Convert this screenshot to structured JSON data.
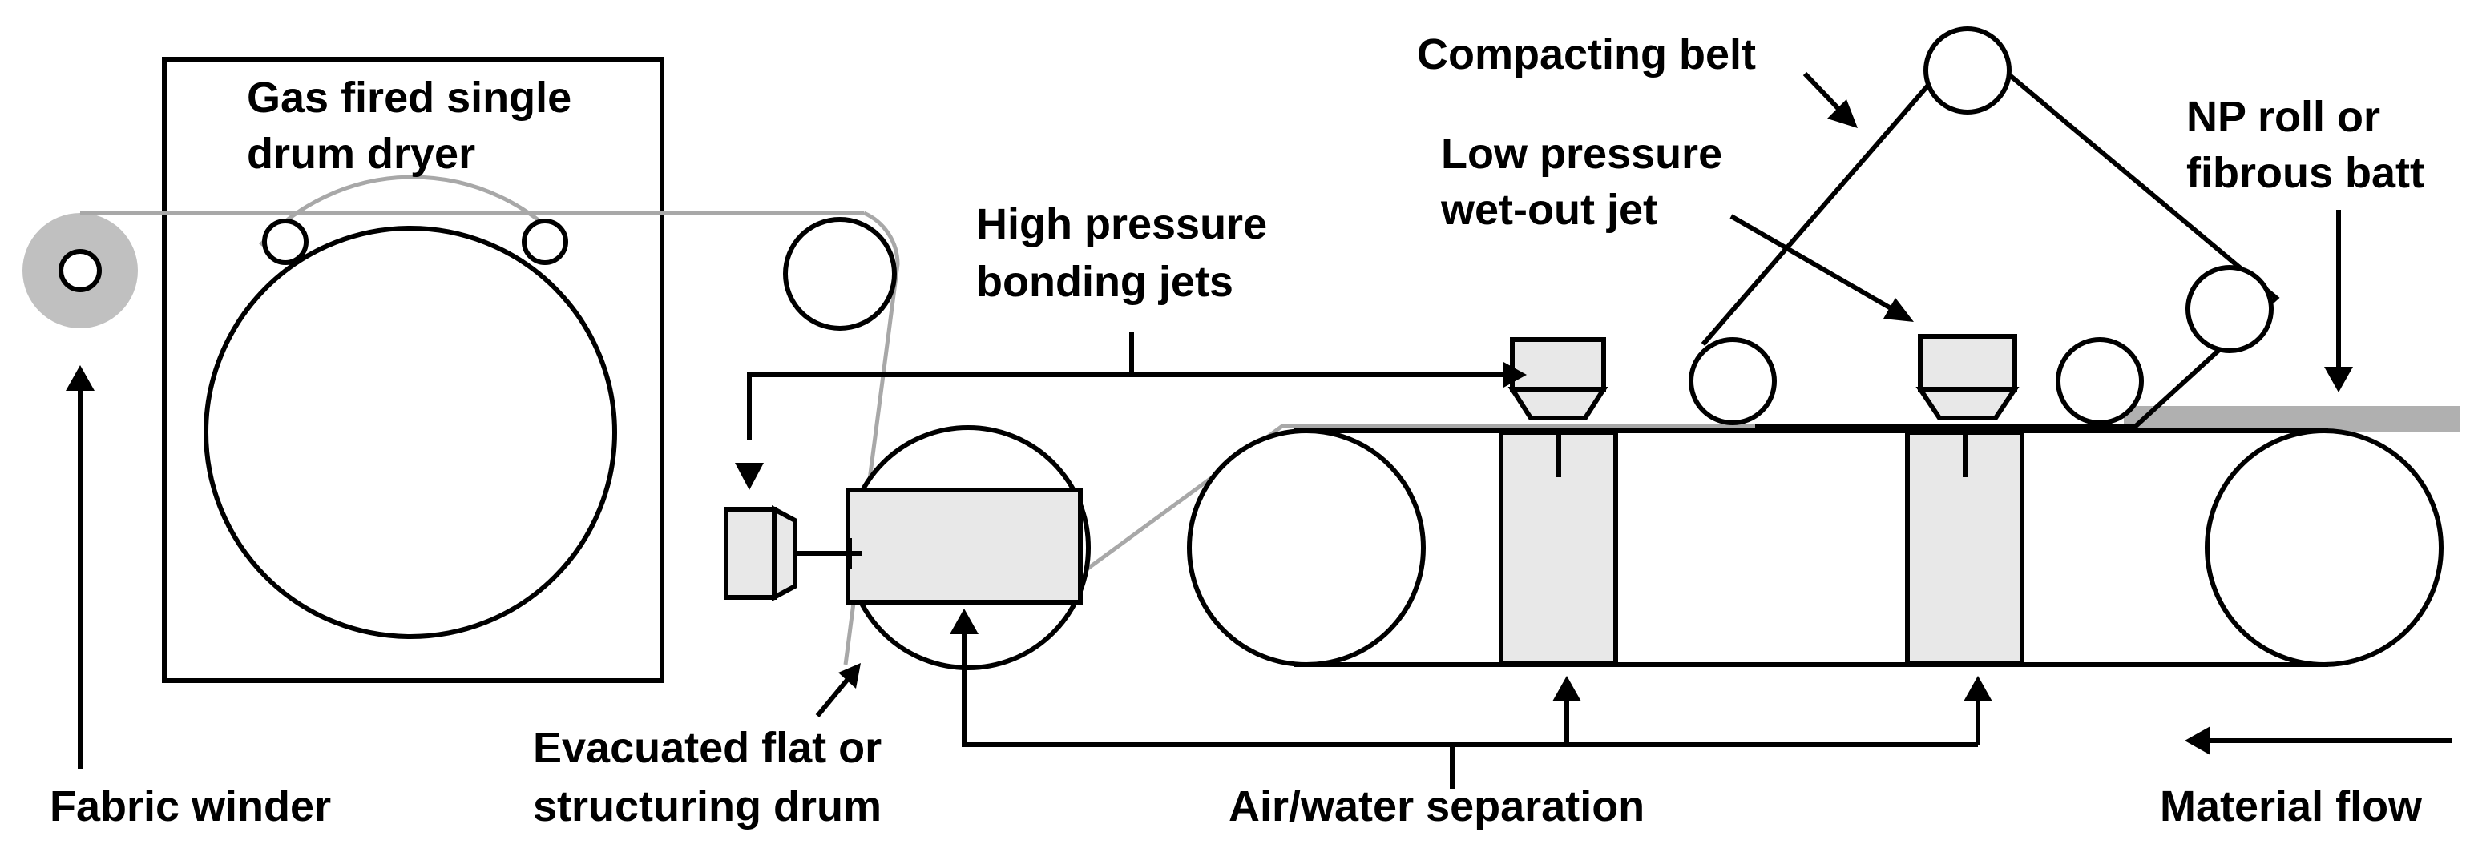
{
  "labels": {
    "gas_fired_dryer_line1": "Gas fired single",
    "gas_fired_dryer_line2": "drum dryer",
    "compacting_belt": "Compacting belt",
    "low_pressure_line1": "Low pressure",
    "low_pressure_line2": "wet-out jet",
    "np_roll_line1": "NP roll or",
    "np_roll_line2": "fibrous batt",
    "high_pressure_line1": "High pressure",
    "high_pressure_line2": "bonding jets",
    "evacuated_drum_line1": "Evacuated flat or",
    "evacuated_drum_line2": "structuring drum",
    "fabric_winder": "Fabric winder",
    "air_water_separation": "Air/water separation",
    "material_flow": "Material flow"
  },
  "colors": {
    "line": "#000000",
    "fabric": "#a8a8a8",
    "component_fill": "#e8e8e8",
    "batt": "#b0b0b0"
  }
}
